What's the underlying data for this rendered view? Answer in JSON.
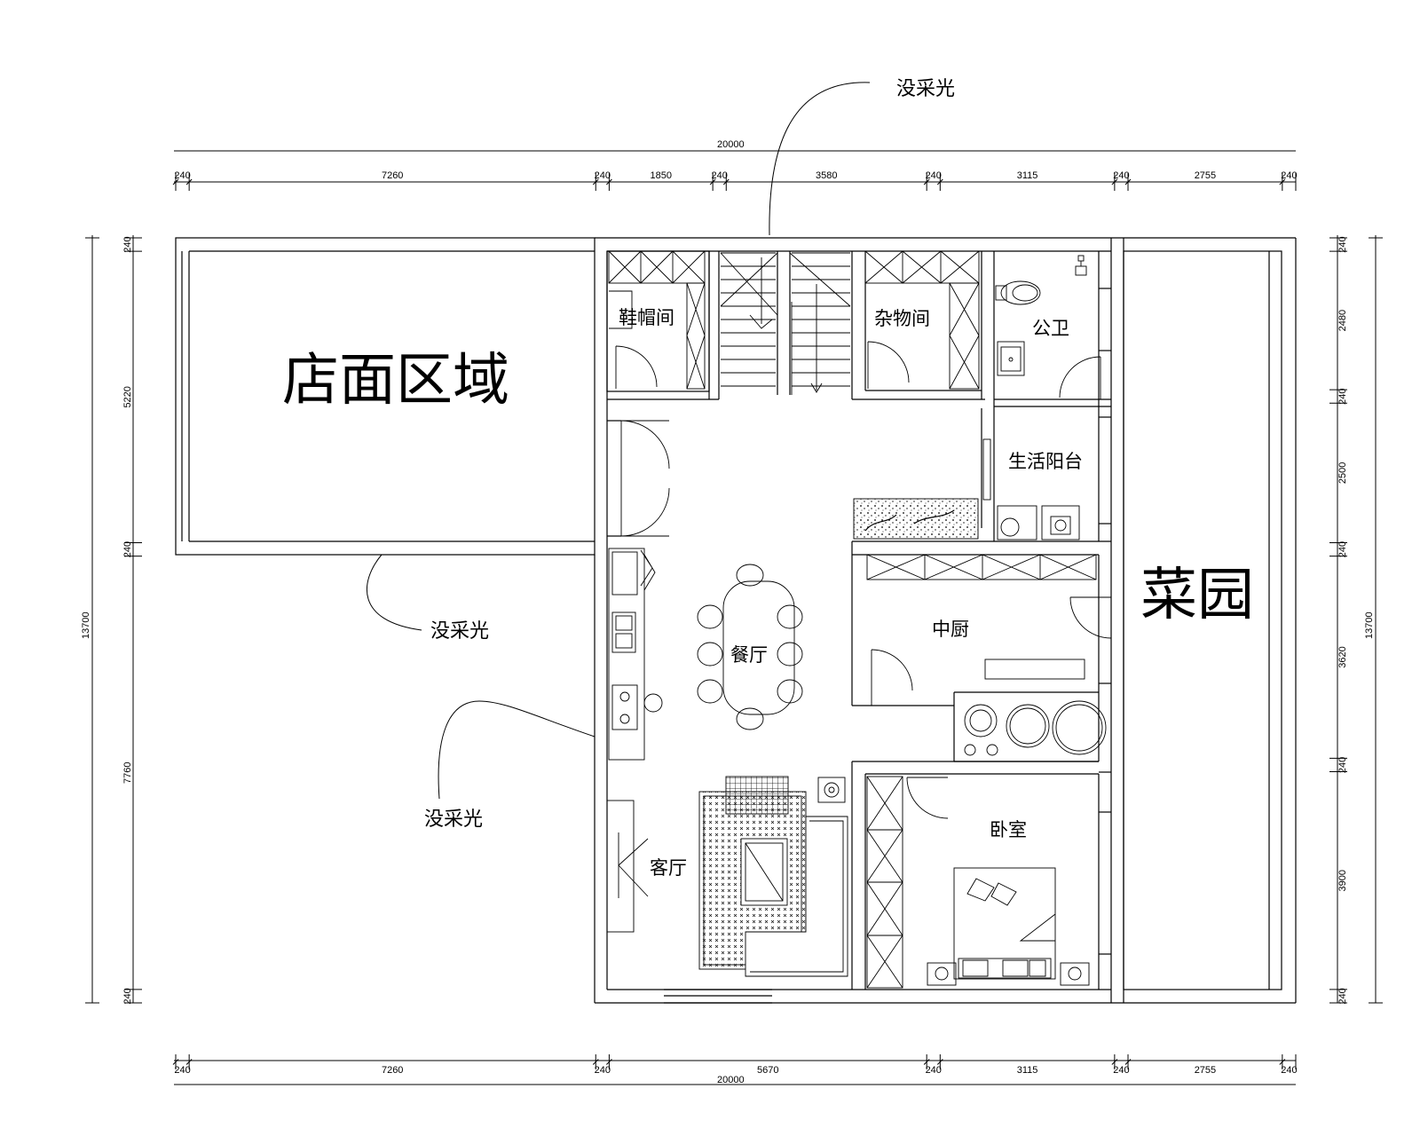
{
  "title": "",
  "annotations": {
    "no_light_top": "没采光",
    "no_light_left_upper": "没采光",
    "no_light_left_lower": "没采光"
  },
  "rooms": {
    "shop_area": "店面区域",
    "shoe_hat_room": "鞋帽间",
    "storage_room": "杂物间",
    "public_bathroom": "公卫",
    "service_balcony": "生活阳台",
    "vegetable_garden": "菜园",
    "kitchen": "中厨",
    "dining_room": "餐厅",
    "living_room": "客厅",
    "bedroom": "卧室"
  },
  "dimensions": {
    "top_total": "20000",
    "top_segments": [
      "240",
      "7260",
      "240",
      "1850",
      "240",
      "3580",
      "240",
      "3115",
      "240",
      "2755",
      "240"
    ],
    "bottom_total": "20000",
    "bottom_segments": [
      "240",
      "7260",
      "240",
      "5670",
      "240",
      "3115",
      "240",
      "2755",
      "240"
    ],
    "left_total": "13700",
    "left_segments": [
      "240",
      "5220",
      "240",
      "7760",
      "240"
    ],
    "right_total": "13700",
    "right_segments": [
      "240",
      "2480",
      "240",
      "2500",
      "240",
      "3620",
      "240",
      "3900",
      "240"
    ]
  }
}
